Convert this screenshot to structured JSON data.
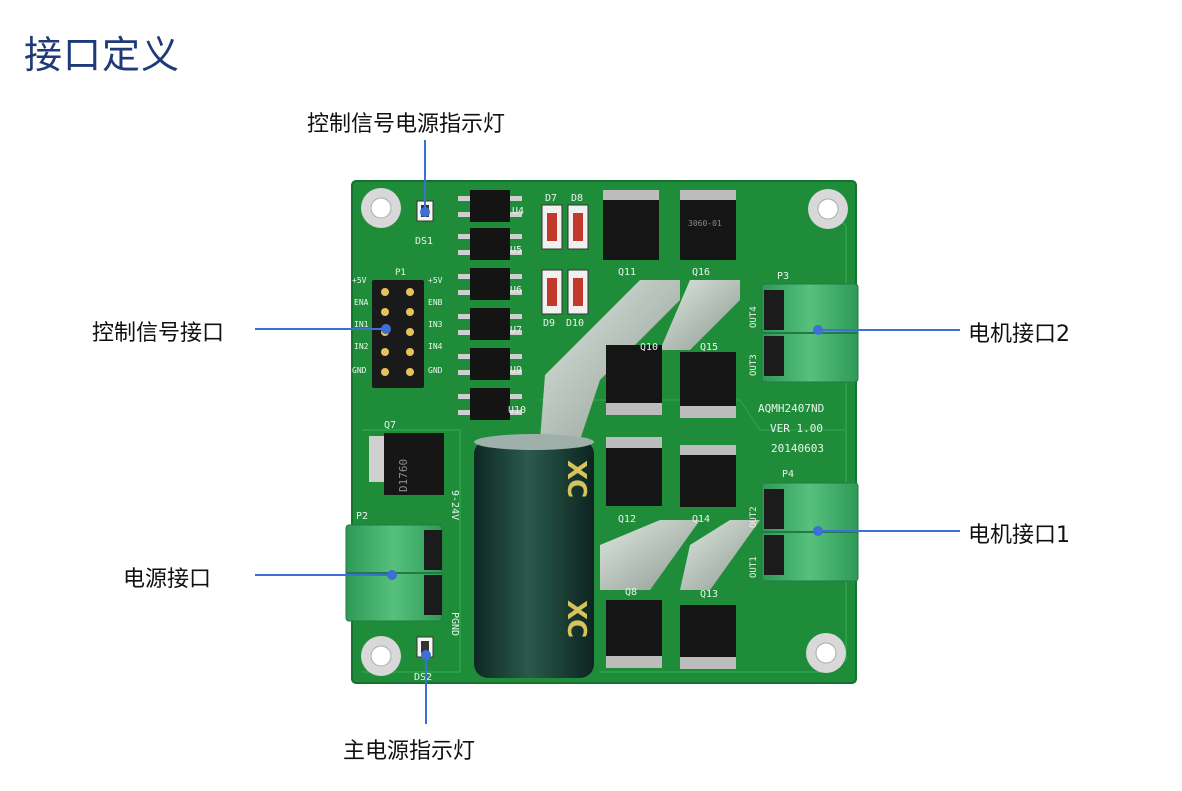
{
  "page": {
    "title": "接口定义"
  },
  "callouts": {
    "control_led": "控制信号电源指示灯",
    "control_port": "控制信号接口",
    "power_port": "电源接口",
    "main_power_led": "主电源指示灯",
    "motor2": "电机接口2",
    "motor1": "电机接口1"
  },
  "silkscreen": {
    "ds1": "DS1",
    "ds2": "DS2",
    "p1": "P1",
    "p2": "P2",
    "p3": "P3",
    "p4": "P4",
    "q7": "Q7",
    "q8": "Q8",
    "q11": "Q11",
    "q13": "Q13",
    "q14": "Q14",
    "q15": "Q15",
    "q16": "Q16",
    "q10": "Q10",
    "q12": "Q12",
    "d7": "D7",
    "d8": "D8",
    "d9": "D9",
    "d10": "D10",
    "u4": "U4",
    "u5": "U5",
    "u6": "U6",
    "u7": "U7",
    "u9": "U9",
    "u10": "U10",
    "pin_5v_l": "+5V",
    "pin_5v_r": "+5V",
    "pin_ena": "ENA",
    "pin_enb": "ENB",
    "pin_in1": "IN1",
    "pin_in3": "IN3",
    "pin_in2": "IN2",
    "pin_in4": "IN4",
    "pin_gnd_l": "GND",
    "pin_gnd_r": "GND",
    "model": "AQMH2407ND",
    "version": "VER 1.00",
    "date": "20140603",
    "out1": "OUT1",
    "out2": "OUT2",
    "out3": "OUT3",
    "out4": "OUT4",
    "vin": "9-24V",
    "pgnd": "PGND",
    "cap_brand": "XC",
    "q7_part": "D1760",
    "mos_part": "3060-01"
  },
  "colors": {
    "title": "#1f3a78",
    "pcb": "#1f8c3a",
    "pcb_dark": "#16702c",
    "terminal": "#3fae6a",
    "callout_line": "#3d6fd6",
    "capacitor": "#173d33",
    "cap_text": "#d8c25a"
  }
}
